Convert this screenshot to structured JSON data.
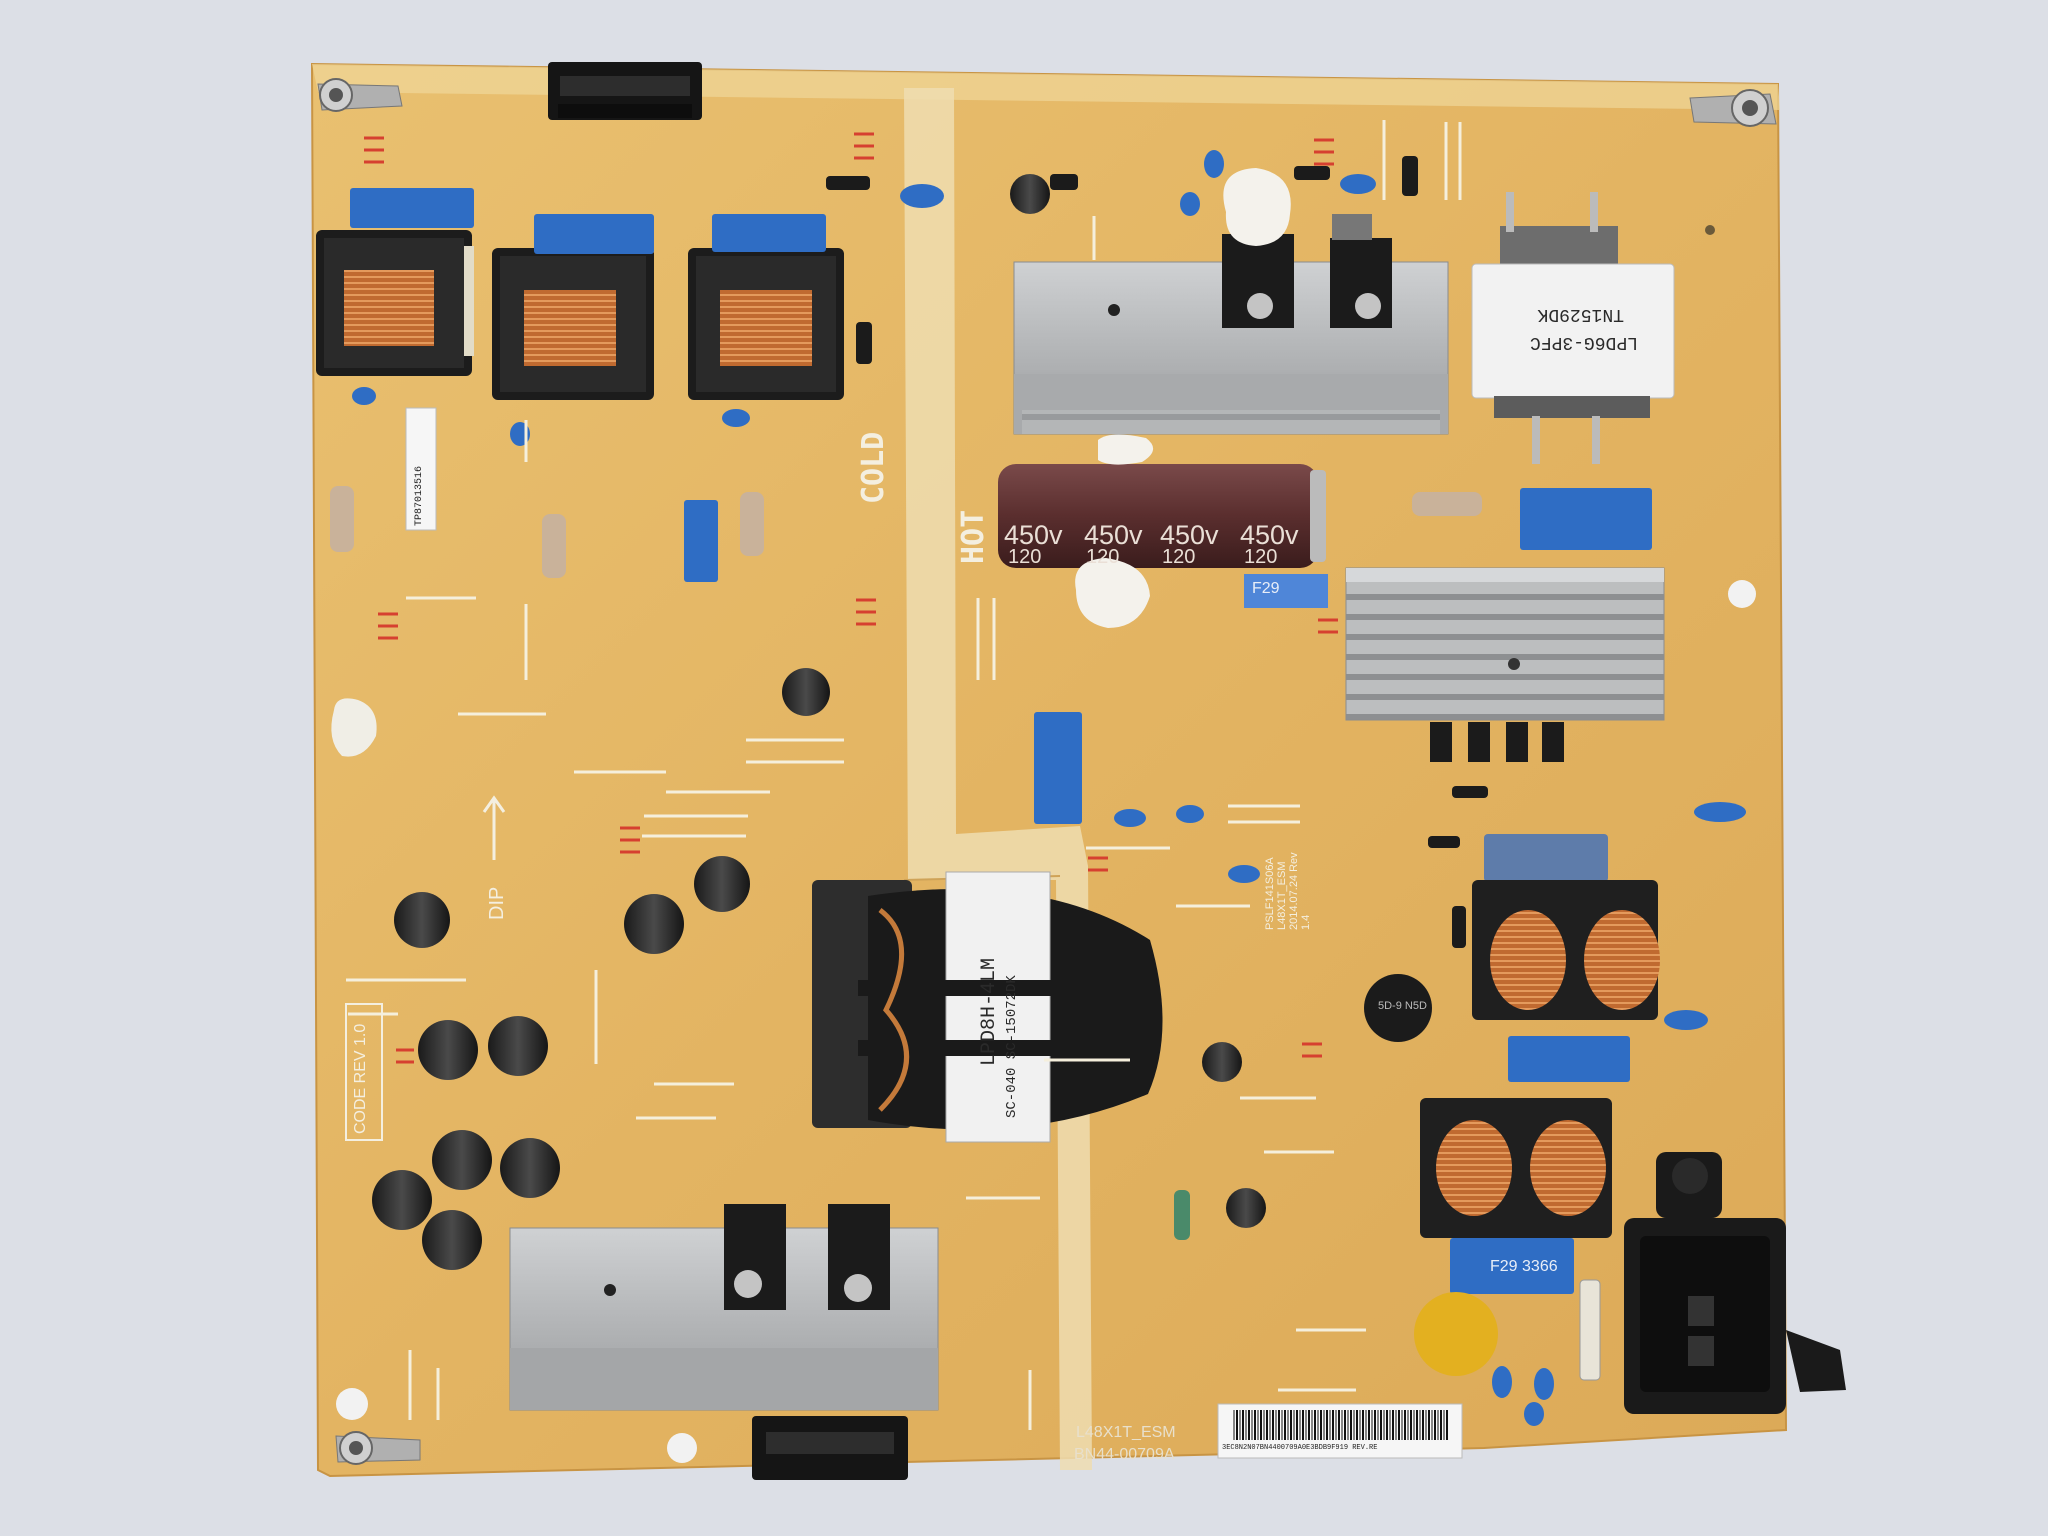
{
  "photo": {
    "board_labels": {
      "cold": "COLD",
      "hot": "HOT",
      "dip": "DIP",
      "code_rev": "CODE REV 1.0",
      "cap_voltage": "450v",
      "cap_value": "120",
      "fuse_upper": "F29",
      "fuse_lower": "F29 3366",
      "pfc_transformer": "LPD6G-3PFC",
      "pfc_transformer_code": "TN1529DK",
      "main_transformer": "LPD8H-4LM",
      "main_transformer_code": "SC-040 SC-15072DK",
      "thermistor": "5D-9 N5D",
      "model": "L48X1T_ESM",
      "part_number": "BN44-00709A",
      "barcode_sticker": "3EC8N2N07BN4400709A0E3BDB9F919 REV.RE",
      "side_sticker": "TP87013516",
      "model_block": "PSLF141S06A L48X1T_ESM 2014.07.24 Rev 1.4"
    },
    "colors": {
      "background": "#dcdfe6",
      "pcb": "#e4b664",
      "silkscreen": "#f4efe0",
      "accent_red": "#d64030",
      "capacitor_blue": "#2f6dc4",
      "heatsink": "#b7b9bb"
    }
  }
}
